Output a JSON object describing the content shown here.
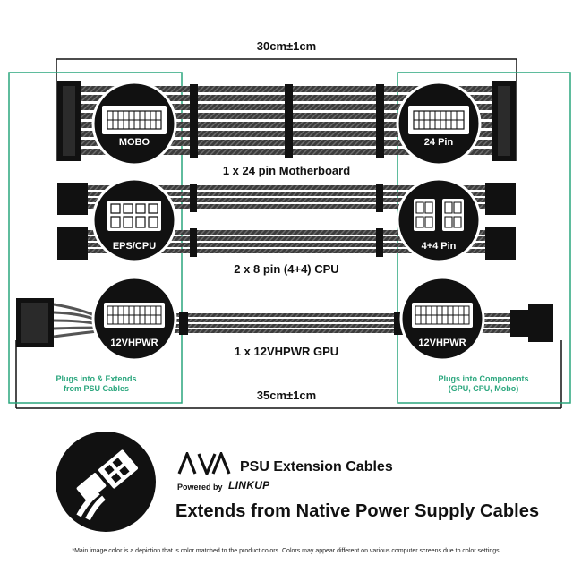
{
  "dimensions": {
    "top": "30cm±1cm",
    "bottom": "35cm±1cm"
  },
  "cables": {
    "motherboard": {
      "label": "1 x 24 pin Motherboard",
      "left_badge": "MOBO",
      "right_badge": "24 Pin"
    },
    "cpu": {
      "label": "2 x 8 pin (4+4) CPU",
      "left_badge": "EPS/CPU",
      "right_badge": "4+4 Pin"
    },
    "gpu": {
      "label": "1 x 12VHPWR GPU",
      "left_badge": "12VHPWR",
      "right_badge": "12VHPWR"
    }
  },
  "notes": {
    "left": [
      "Plugs into & Extends",
      "from PSU Cables"
    ],
    "right": [
      "Plugs into Components",
      "(GPU, CPU, Mobo)"
    ]
  },
  "brand": {
    "logo": "AVA",
    "title": "PSU Extension Cables",
    "powered_by": "Powered by",
    "partner_logo": "LINKUP"
  },
  "headline": "Extends from Native Power Supply Cables",
  "footnote": "*Main image color is a depiction that is color matched to the product colors. Colors may appear different on various computer screens due to color settings.",
  "colors": {
    "accent_green": "#2aa67d",
    "badge_black": "#111111",
    "sleeve_grey": "#5a5a5a"
  }
}
